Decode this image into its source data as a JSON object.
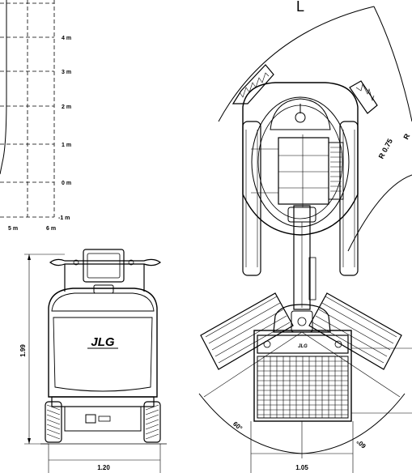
{
  "reach_chart": {
    "y_ticks": [
      "4 m",
      "3 m",
      "2 m",
      "1 m",
      "0 m",
      "-1 m"
    ],
    "x_ticks": [
      "5 m",
      "6 m"
    ]
  },
  "front_view": {
    "height_label": "1.99",
    "width_label": "1.20",
    "brand_logo": "JLG"
  },
  "top_view": {
    "corner_letter": "L",
    "inner_radius_label": "R 0.75",
    "outer_radius_label_fragment": "R",
    "left_angle_label": "60°",
    "right_angle_label": "60°",
    "width_label": "1.05",
    "brand_logo_small": "JLG"
  }
}
